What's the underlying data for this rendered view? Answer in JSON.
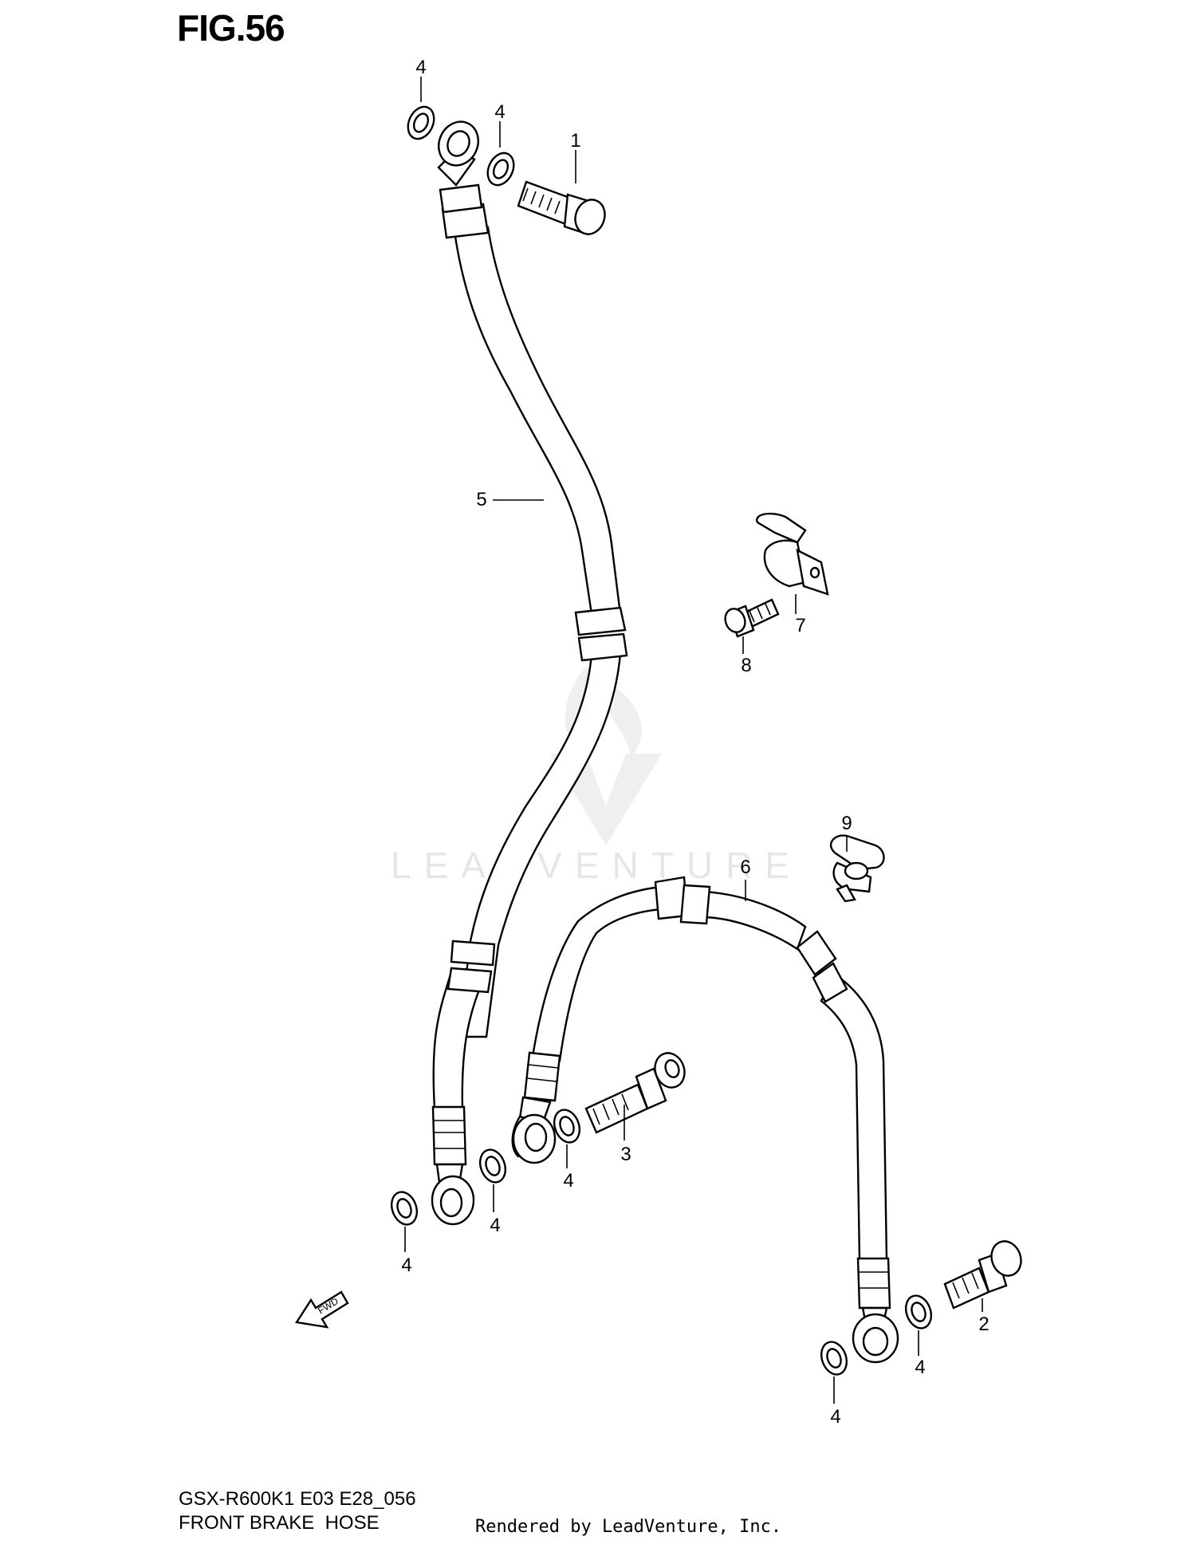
{
  "figure": {
    "title": "FIG.56",
    "model_code": "GSX-R600K1 E03 E28_056",
    "section_name": "FRONT BRAKE  HOSE",
    "credit": "Rendered by LeadVenture, Inc.",
    "watermark": "LEADVENTURE"
  },
  "callouts": {
    "c1": "1",
    "c2": "2",
    "c3": "3",
    "c4a": "4",
    "c4b": "4",
    "c4c": "4",
    "c4d": "4",
    "c4e": "4",
    "c4f": "4",
    "c4g": "4",
    "c5": "5",
    "c6": "6",
    "c7": "7",
    "c8": "8",
    "c9": "9"
  },
  "fwd_arrow_label": "FWD",
  "icons": {
    "fwd": "forward-direction-arrow-icon",
    "watermark_logo": "leadventure-logo-icon"
  },
  "colors": {
    "line": "#000000",
    "watermark": "#e6e6e6"
  }
}
